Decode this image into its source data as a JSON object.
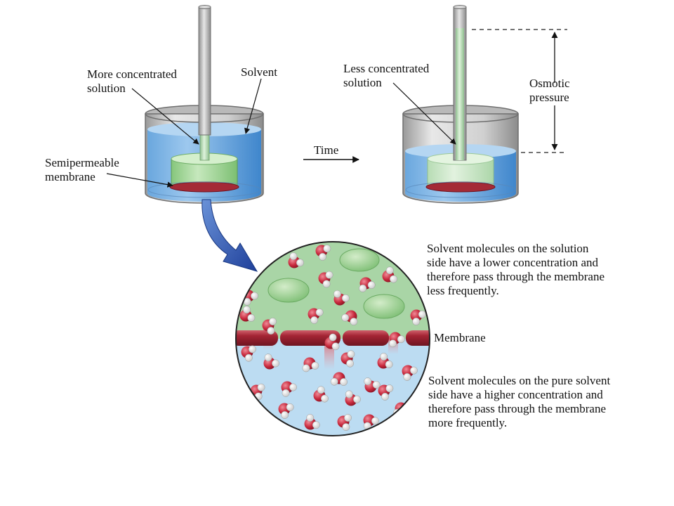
{
  "labels": {
    "more_concentrated_1": "More concentrated",
    "more_concentrated_2": "solution",
    "solvent": "Solvent",
    "semipermeable_1": "Semipermeable",
    "semipermeable_2": "membrane",
    "time": "Time",
    "less_concentrated_1": "Less concentrated",
    "less_concentrated_2": "solution",
    "osmotic_1": "Osmotic",
    "osmotic_2": "pressure",
    "membrane": "Membrane"
  },
  "descriptions": {
    "solution_side": [
      "Solvent molecules on the solution",
      "side have a lower concentration and",
      "therefore pass through the membrane",
      "less frequently."
    ],
    "solvent_side": [
      "Solvent molecules on the pure solvent",
      "side have a higher concentration and",
      "therefore pass through the membrane",
      "more frequently."
    ]
  },
  "colors": {
    "solvent_blue": "#4f93d4",
    "solution_green": "#9fd48f",
    "membrane_red": "#9c2230",
    "zoom_green": "#a9d5a6",
    "zoom_blue": "#bcdcf2",
    "oxygen_red": "#c8283c",
    "arrow_blue": "#2f5fb8"
  }
}
